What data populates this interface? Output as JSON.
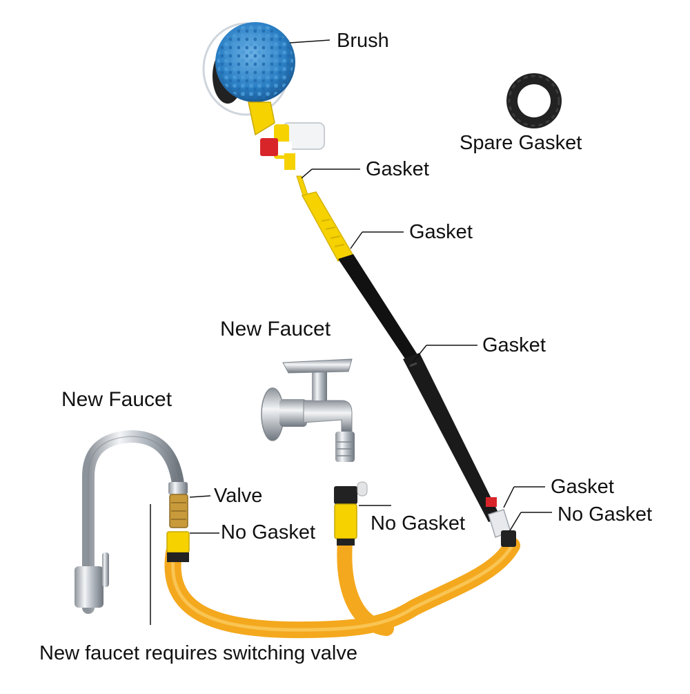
{
  "labels": {
    "brush": "Brush",
    "spare_gasket": "Spare Gasket",
    "gasket_nozzle": "Gasket",
    "gasket_handle": "Gasket",
    "gasket_pole": "Gasket",
    "new_faucet_wall": "New Faucet",
    "new_faucet_sink": "New Faucet",
    "valve": "Valve",
    "no_gasket_left": "No Gasket",
    "no_gasket_middle": "No Gasket",
    "gasket_bottom": "Gasket",
    "no_gasket_right": "No Gasket",
    "footer_note": "New faucet requires switching valve"
  },
  "colors": {
    "hose": "#f4a81d",
    "connector_yellow": "#f5d200",
    "pole": "#111111",
    "brush_blue": "#2a7fc4",
    "chrome": "#c9cdd2",
    "brass": "#c89a3a",
    "valve_red": "#d8252a"
  },
  "icons": {
    "brush": "rotating-brush-icon",
    "pole": "extension-pole-icon",
    "spare_gasket": "ring-gasket-icon",
    "wall_faucet": "wall-faucet-icon",
    "sink_faucet": "kitchen-faucet-icon",
    "hose": "garden-hose-icon"
  }
}
